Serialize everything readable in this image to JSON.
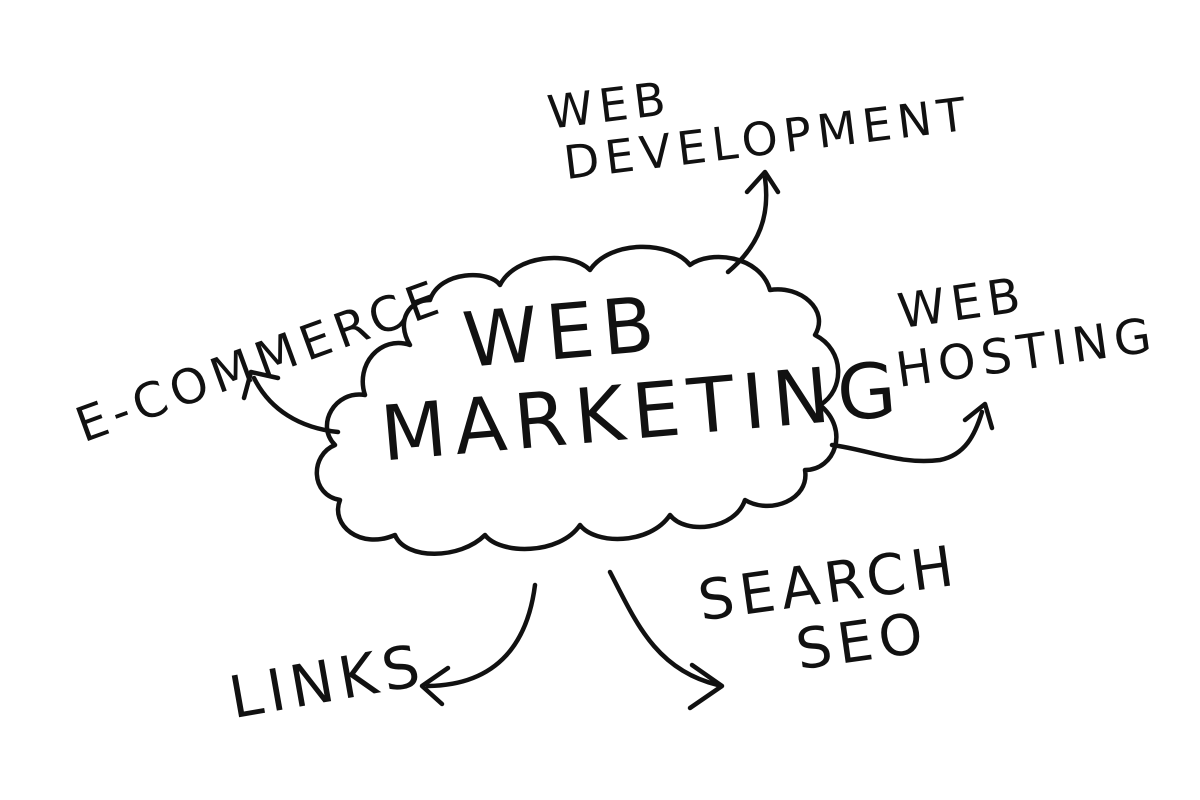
{
  "diagram": {
    "center": {
      "line1": "WEB",
      "line2": "MARKETING"
    },
    "branches": {
      "ecommerce": "E-COMMERCE",
      "web_development": {
        "line1": "WEB",
        "line2": "DEVELOPMENT"
      },
      "web_hosting": {
        "line1": "WEB",
        "line2": "HOSTING"
      },
      "search_seo": {
        "line1": "SEARCH",
        "line2": "SEO"
      },
      "links": "LINKS"
    }
  },
  "colors": {
    "ink": "#111111",
    "background": "#ffffff"
  }
}
